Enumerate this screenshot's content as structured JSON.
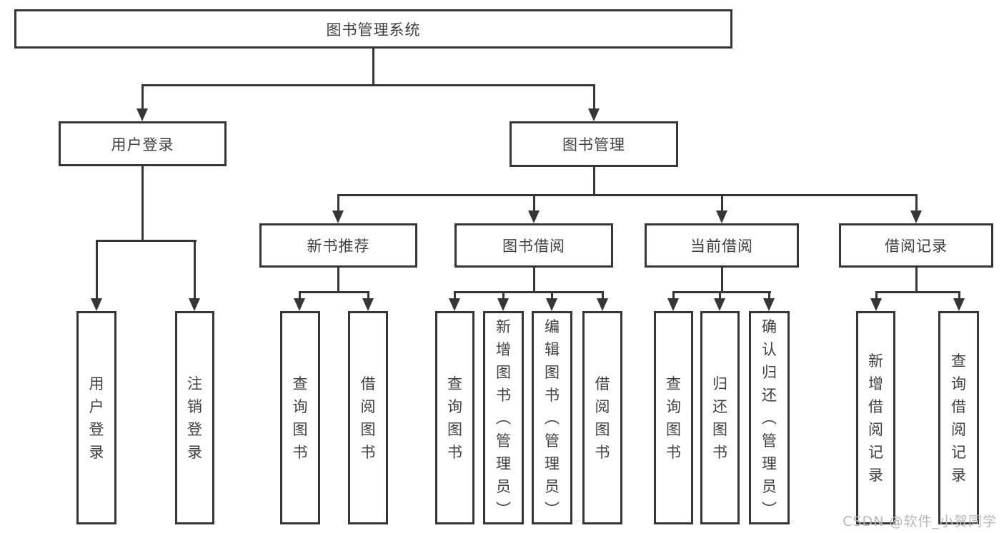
{
  "tree": {
    "label": "图书管理系统",
    "children": [
      {
        "label": "用户登录",
        "children": [
          {
            "label": "用户登录"
          },
          {
            "label": "注销登录"
          }
        ]
      },
      {
        "label": "图书管理",
        "children": [
          {
            "label": "新书推荐",
            "children": [
              {
                "label": "查询图书"
              },
              {
                "label": "借阅图书"
              }
            ]
          },
          {
            "label": "图书借阅",
            "children": [
              {
                "label": "查询图书"
              },
              {
                "label": "新增图书（管理员）"
              },
              {
                "label": "编辑图书（管理员）"
              },
              {
                "label": "借阅图书"
              }
            ]
          },
          {
            "label": "当前借阅",
            "children": [
              {
                "label": "查询图书"
              },
              {
                "label": "归还图书"
              },
              {
                "label": "确认归还（管理员）"
              }
            ]
          },
          {
            "label": "借阅记录",
            "children": [
              {
                "label": "新增借阅记录"
              },
              {
                "label": "查询借阅记录"
              }
            ]
          }
        ]
      }
    ]
  },
  "watermark": {
    "text": "CSDN @软件_小贺同学"
  },
  "colors": {
    "line": "#363636",
    "text": "#3f3f3f",
    "watermark": "#b8b8b8",
    "background": "#ffffff"
  }
}
